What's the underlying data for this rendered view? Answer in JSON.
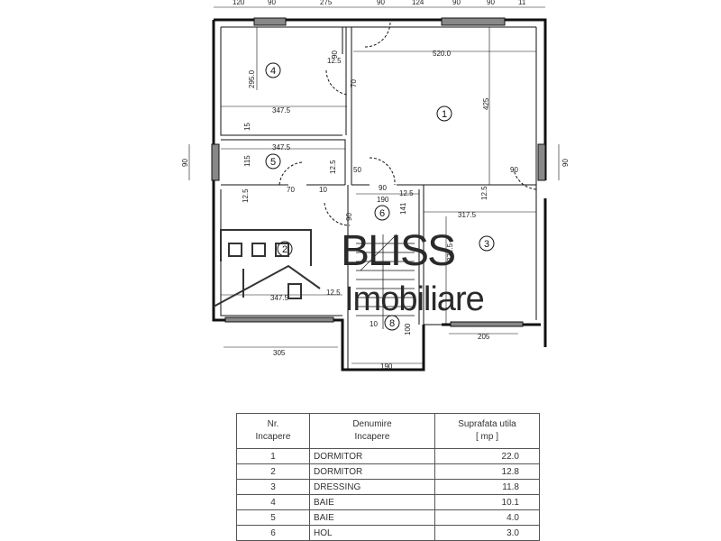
{
  "plan": {
    "rooms": [
      "1",
      "2",
      "3",
      "4",
      "5",
      "6",
      "8"
    ],
    "dimensions": {
      "top": [
        "120",
        "90",
        "275",
        "90",
        "124",
        "90",
        "90",
        "11"
      ],
      "inner": [
        "295.0",
        "347.5",
        "12.5",
        "90",
        "70",
        "520.0",
        "425",
        "15",
        "347.5",
        "115",
        "12.5",
        "50",
        "90",
        "90",
        "90",
        "70",
        "10",
        "90",
        "190",
        "12.5",
        "12.5",
        "12.5",
        "317.5",
        "372.5",
        "347.5",
        "12.5",
        "205",
        "305",
        "190",
        "100",
        "10",
        "90",
        "141"
      ]
    }
  },
  "watermark": {
    "line1": "BLISS",
    "line2": "Imobiliare"
  },
  "table": {
    "headers": [
      [
        "Nr.",
        "Incapere"
      ],
      [
        "Denumire",
        "Incapere"
      ],
      [
        "Suprafata utila",
        "[ mp ]"
      ]
    ],
    "rows": [
      [
        "1",
        "DORMITOR",
        "22.0"
      ],
      [
        "2",
        "DORMITOR",
        "12.8"
      ],
      [
        "3",
        "DRESSING",
        "11.8"
      ],
      [
        "4",
        "BAIE",
        "10.1"
      ],
      [
        "5",
        "BAIE",
        "4.0"
      ],
      [
        "6",
        "HOL",
        "3.0"
      ]
    ]
  }
}
